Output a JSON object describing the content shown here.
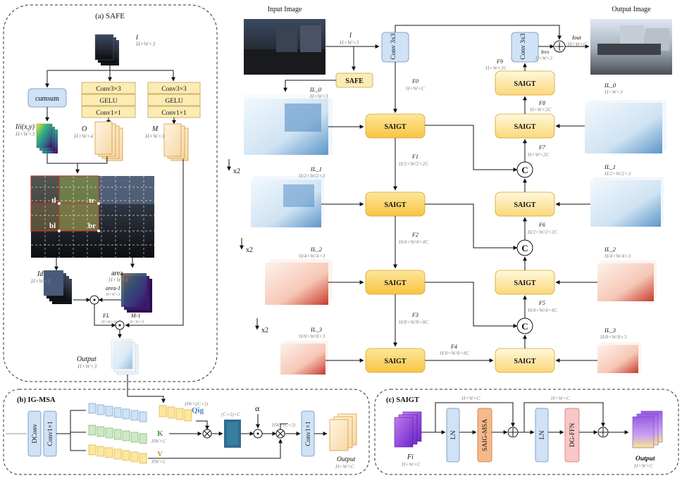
{
  "panels": {
    "safe_title": "(a) SAFE",
    "igmsa_title": "(b) IG-MSA",
    "saigt_title": "(c) SAIGT"
  },
  "main": {
    "input_image_label": "Input Image",
    "output_image_label": "Output Image",
    "input_var": "I",
    "input_dim": "H×W×3",
    "conv_in": "Conv 3x3",
    "conv_out": "Conv 3x3",
    "safe_box": "SAFE",
    "saigt": "SAIGT",
    "concat": "C",
    "plus": "+",
    "down_x2": "x2",
    "f0": "F0",
    "f0_dim": "H×W×C",
    "f1": "F1",
    "f1_dim": "H/2×W/2×2C",
    "f2": "F2",
    "f2_dim": "H/4×W/4×4C",
    "f3": "F3",
    "f3_dim": "H/8×W/8×8C",
    "f4": "F4",
    "f4_dim": "H/8×W/8×8C",
    "f5": "F5",
    "f5_dim": "H/4×W/4×4C",
    "f6": "F6",
    "f6_dim": "H/2×W/2×2C",
    "f7": "F7",
    "f7_dim": "H×W×2C",
    "f8": "F8",
    "f8_dim": "H×W×2C",
    "f9": "F9",
    "f9_dim": "H×W×2C",
    "ires": "Ires",
    "ires_dim": "H×W×3",
    "iout": "Iout",
    "iout_dim": "H×W×C",
    "il0": "IL_0",
    "il0_dim": "H×W×3",
    "il1": "IL_1",
    "il1_dim": "H/2×W/2×3",
    "il2": "IL_2",
    "il2_dim": "H/4×W/4×3",
    "il3": "IL_3",
    "il3_dim": "H/8×W/8×3"
  },
  "safe": {
    "i": "I",
    "i_dim": "H×W×3",
    "cumsum": "cumsum",
    "conv33": "Conv3×3",
    "gelu": "GELU",
    "conv11": "Conv1×1",
    "iii": "Iii(x,y)",
    "iii_dim": "H×W×3",
    "o": "O",
    "o_dim": "H×W×4",
    "m": "M",
    "m_dim": "H×W×3",
    "tl": "tl",
    "tr": "tr",
    "bl": "bl",
    "br": "br",
    "id": "Id",
    "id_dim": "H×W×3",
    "area": "area",
    "area_dim": "H×W×3",
    "area_inv": "area-1",
    "area_inv_dim": "H×W×3",
    "fl": "FL",
    "fl_dim": "H×W×3",
    "m_inv": "M-1",
    "m_inv_dim": "H×W×3",
    "output": "Output",
    "output_dim": "H×W×3"
  },
  "igmsa": {
    "dconv": "DConv",
    "conv11": "Conv1×1",
    "q": "Qig",
    "q_dim": "HW×(C+3)",
    "k": "K",
    "k_dim": "HW×C",
    "v": "V",
    "v_dim": "HW×C",
    "attn_dim": "(C+3)×C",
    "alpha": "α",
    "out_dim": "HW×(C+3)",
    "conv_out": "Conv1×1",
    "output": "Output",
    "output_dim": "H×W×C"
  },
  "saigt_block": {
    "fi": "Fi",
    "fi_dim": "H×W×C",
    "ln": "LN",
    "saig_msa": "SAIG-MSA",
    "dg_ffn": "DG-FFN",
    "skip_dim": "H×W×C",
    "output": "Output",
    "output_dim": "H×W×C"
  },
  "colors": {
    "saigt_fill": "#fbd46a",
    "blue_box": "#cfe2f6",
    "yellow_box": "#fbecb4",
    "orange_box": "#f5b98a",
    "pink_box": "#f8c6c6",
    "purple": "#8b3fd9"
  }
}
